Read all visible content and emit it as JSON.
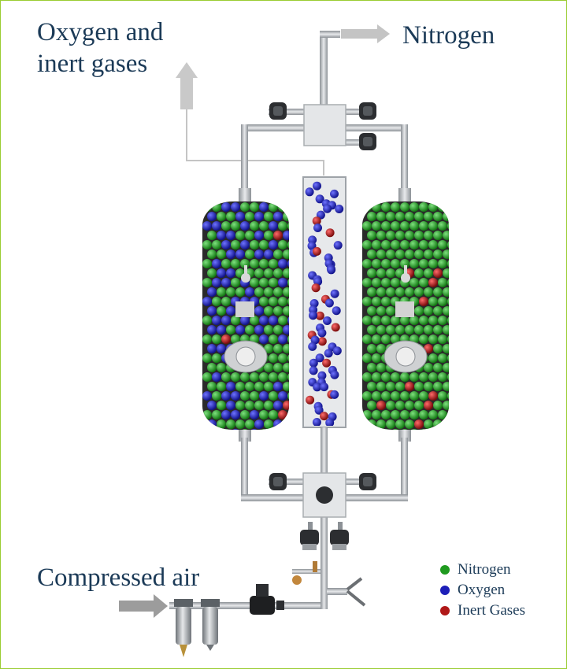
{
  "labels": {
    "oxygen_out": "Oxygen and inert gases",
    "nitrogen_out": "Nitrogen",
    "air_in": "Compressed air"
  },
  "legend": [
    {
      "label": "Nitrogen",
      "color": "#1f9a1f"
    },
    {
      "label": "Oxygen",
      "color": "#1d1fb8"
    },
    {
      "label": "Inert Gases",
      "color": "#b01818"
    }
  ],
  "colors": {
    "nitrogen": "#1f9a1f",
    "oxygen": "#1d1fb8",
    "inert": "#b01818",
    "arrow": "#bdbdbd",
    "pipe": "#b8bcc0",
    "tank": "#2a2a2a",
    "text": "#1b3a57"
  }
}
